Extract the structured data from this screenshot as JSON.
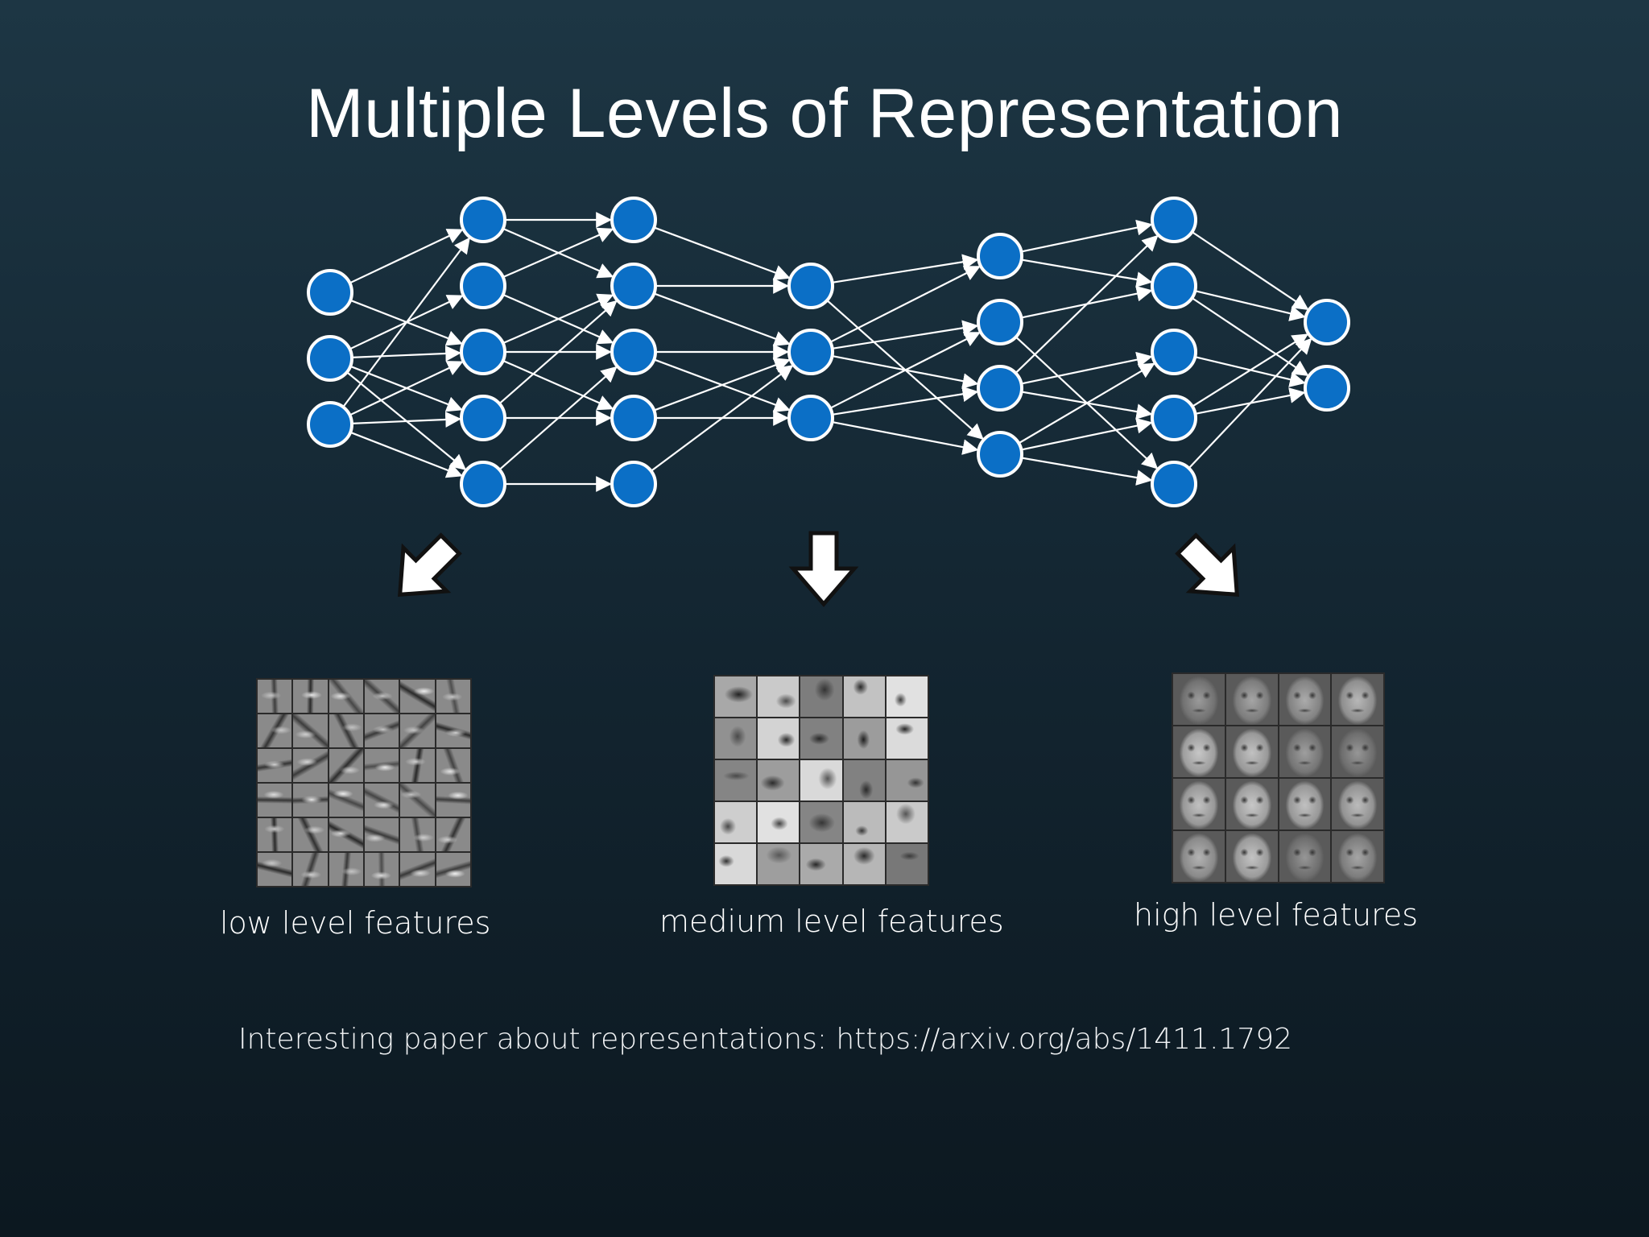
{
  "title": "Multiple Levels of Representation",
  "colors": {
    "node_fill": "#0b6fc6",
    "node_stroke": "#ffffff",
    "edge": "#ffffff",
    "background_top": "#1d3644",
    "background_bottom": "#0c1820"
  },
  "network": {
    "layers": [
      3,
      5,
      5,
      3,
      4,
      5,
      2
    ]
  },
  "features": {
    "low": {
      "caption": "low level features"
    },
    "medium": {
      "caption": "medium level features"
    },
    "high": {
      "caption": "high level features"
    }
  },
  "note": "Interesting paper about representations: https://arxiv.org/abs/1411.1792"
}
